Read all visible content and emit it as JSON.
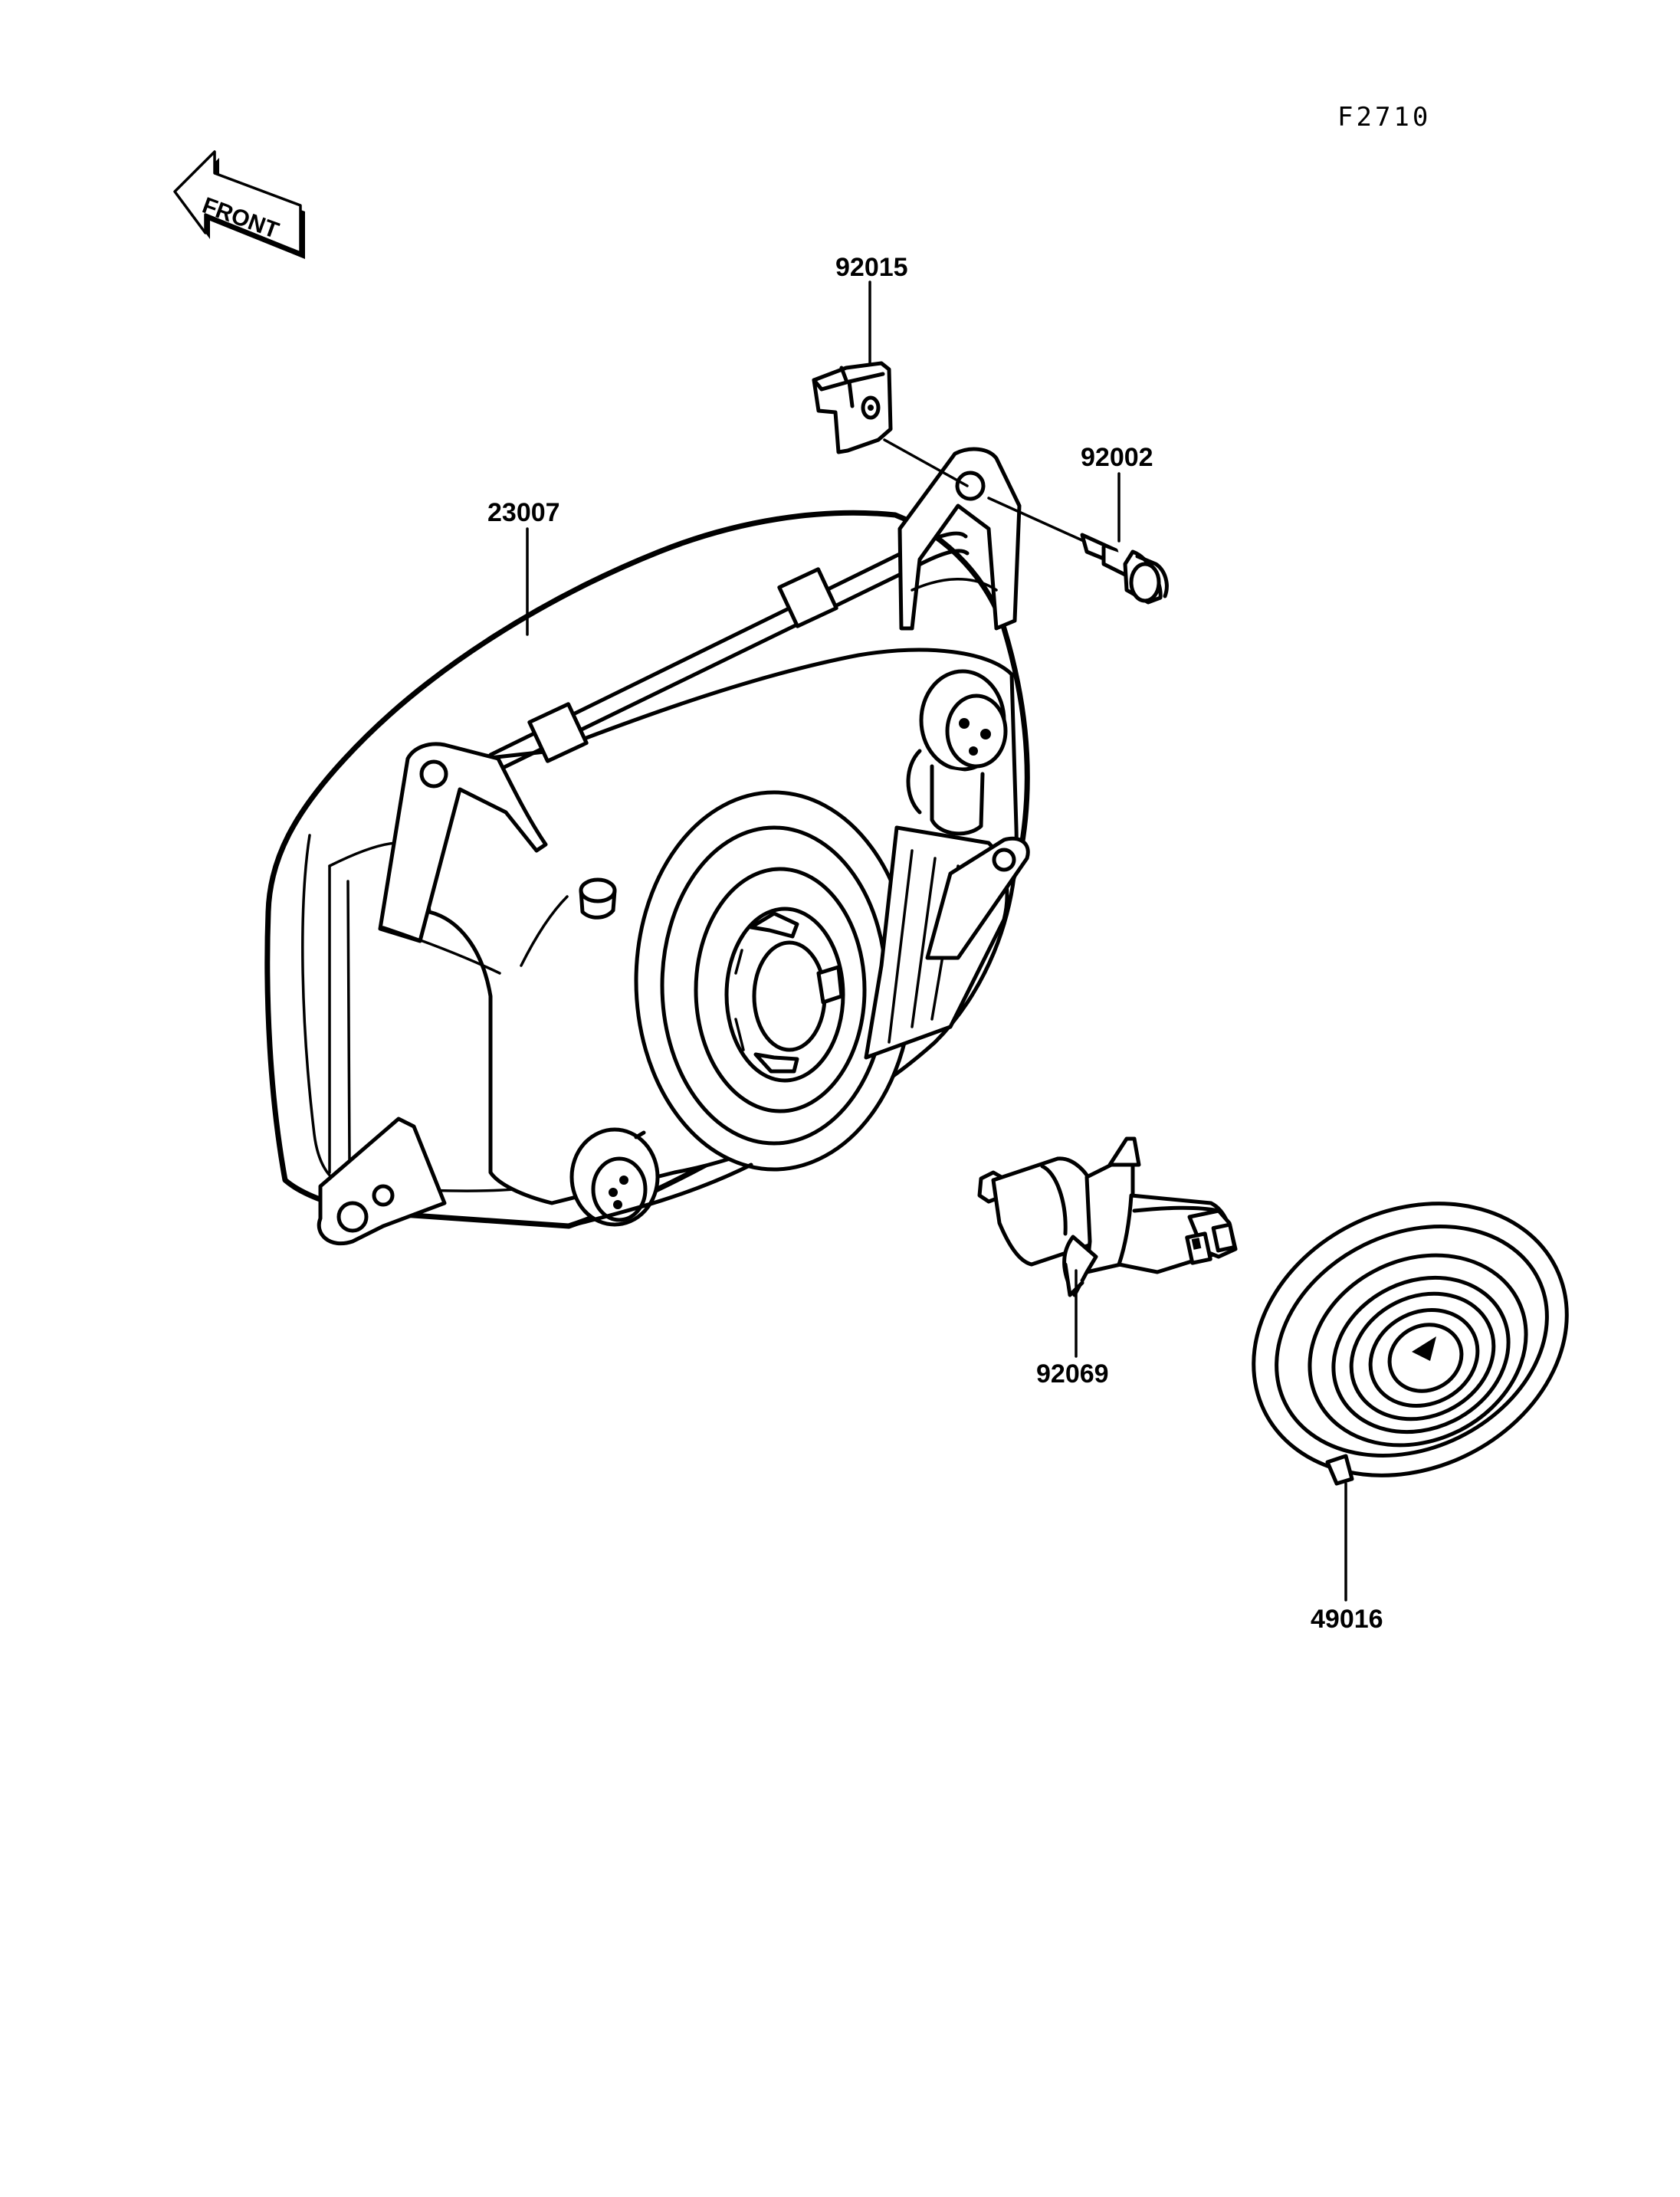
{
  "figure_code": "F2710",
  "front_label": "FRONT",
  "parts": [
    {
      "number": "92015",
      "name": "clip-nut"
    },
    {
      "number": "92002",
      "name": "bolt"
    },
    {
      "number": "23007",
      "name": "headlight-unit"
    },
    {
      "number": "92069",
      "name": "bulb"
    },
    {
      "number": "49016",
      "name": "cap"
    }
  ]
}
